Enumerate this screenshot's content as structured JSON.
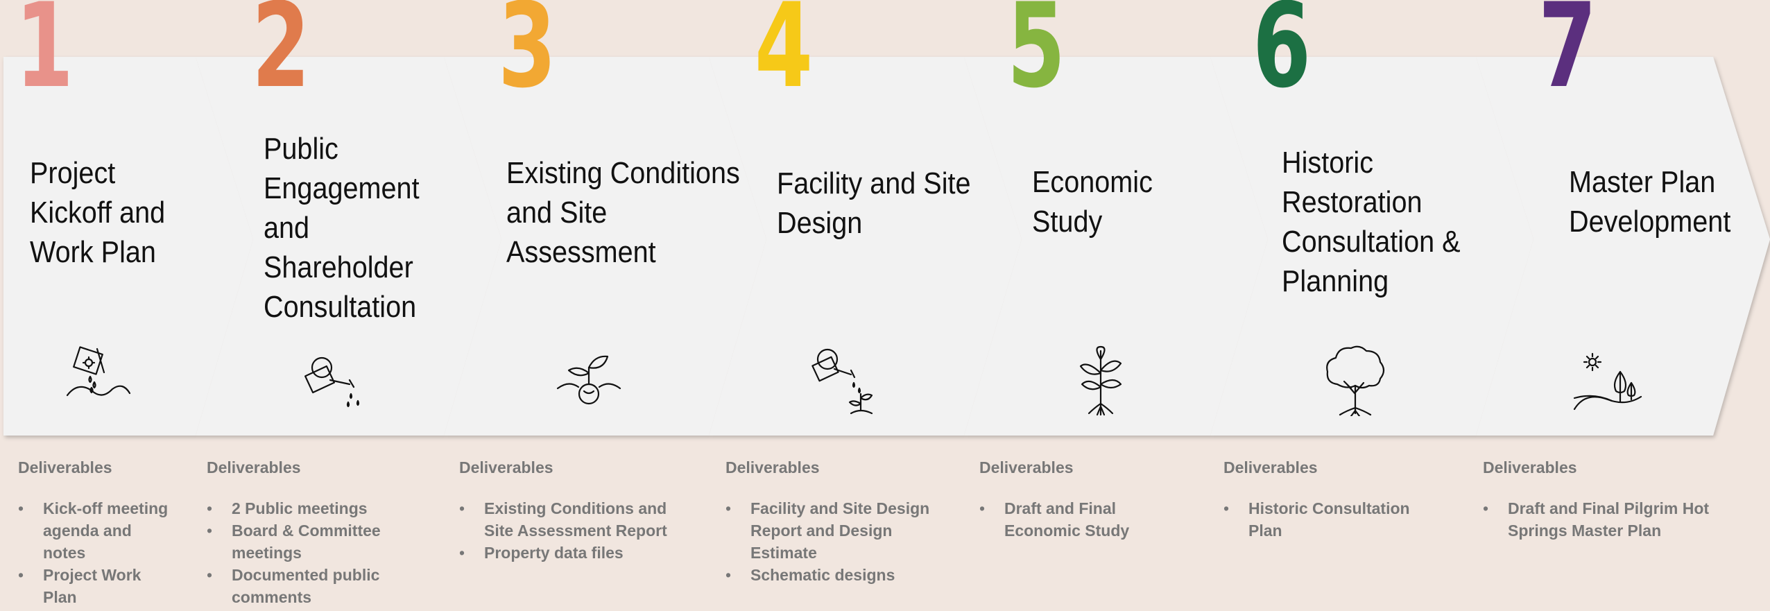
{
  "steps": [
    {
      "number": "1",
      "color": "#e8928a",
      "title": [
        "Project",
        "Kickoff and",
        "Work Plan"
      ],
      "icon": "seed-packet-icon",
      "deliverables_label": "Deliverables",
      "deliverables": [
        "Kick-off meeting agenda and notes",
        "Project Work Plan"
      ]
    },
    {
      "number": "2",
      "color": "#e07b4c",
      "title": [
        "Public",
        "Engagement",
        "and",
        "Shareholder",
        "Consultation"
      ],
      "icon": "watering-can-icon",
      "deliverables_label": "Deliverables",
      "deliverables": [
        "2 Public meetings",
        "Board & Committee meetings",
        "Documented public comments"
      ]
    },
    {
      "number": "3",
      "color": "#f2a833",
      "title": [
        "Existing Conditions",
        "and Site",
        "Assessment"
      ],
      "icon": "sprouting-seed-icon",
      "deliverables_label": "Deliverables",
      "deliverables": [
        "Existing Conditions and Site Assessment Report",
        "Property data files"
      ]
    },
    {
      "number": "4",
      "color": "#f6c918",
      "title": [
        "Facility and Site",
        "Design"
      ],
      "icon": "watering-seedling-icon",
      "deliverables_label": "Deliverables",
      "deliverables": [
        "Facility and Site Design Report and Design Estimate",
        "Schematic designs"
      ]
    },
    {
      "number": "5",
      "color": "#86b540",
      "title": [
        "Economic",
        "Study"
      ],
      "icon": "young-plant-icon",
      "deliverables_label": "Deliverables",
      "deliverables": [
        "Draft and Final Economic Study"
      ]
    },
    {
      "number": "6",
      "color": "#1c7043",
      "title": [
        "Historic",
        "Restoration",
        "Consultation &",
        "Planning"
      ],
      "icon": "tree-icon",
      "deliverables_label": "Deliverables",
      "deliverables": [
        "Historic Consultation Plan"
      ]
    },
    {
      "number": "7",
      "color": "#5b2f7e",
      "title": [
        "Master Plan",
        "Development"
      ],
      "icon": "landscape-sun-icon",
      "deliverables_label": "Deliverables",
      "deliverables": [
        "Draft and Final Pilgrim Hot Springs Master Plan"
      ]
    }
  ]
}
